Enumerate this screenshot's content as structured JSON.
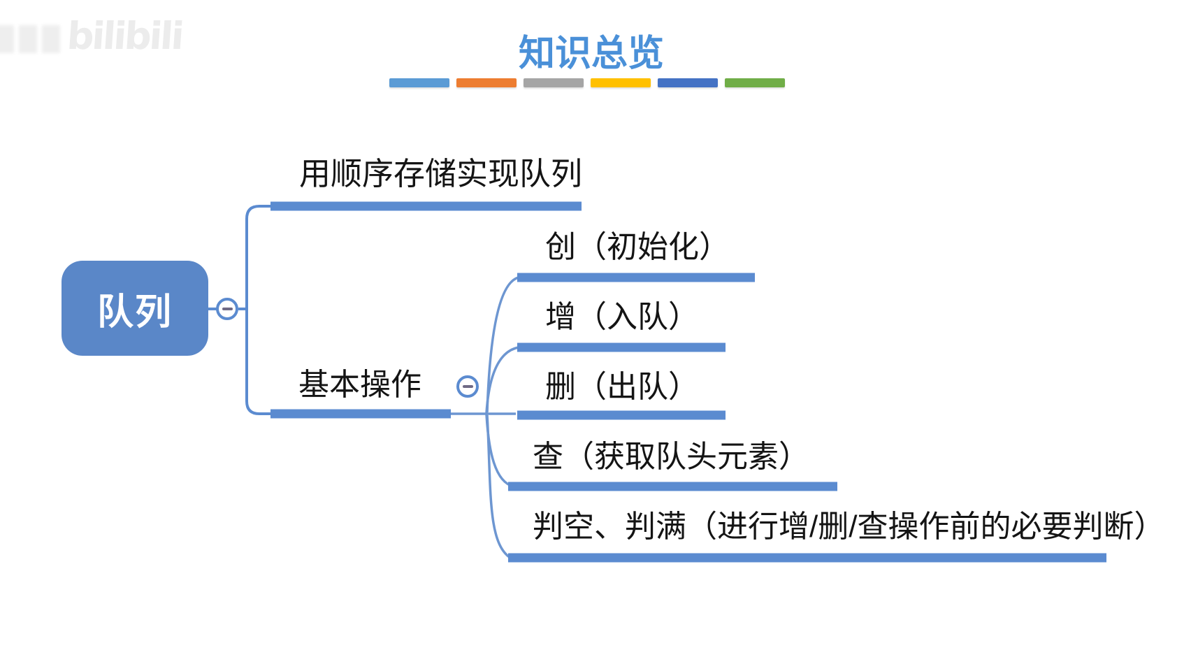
{
  "watermark": {
    "brand": "bilibili"
  },
  "header": {
    "title": "知识总览",
    "title_color": "#4a90d8",
    "legend_colors": [
      "#5b9bd5",
      "#ed7d31",
      "#a5a5a5",
      "#ffc000",
      "#4472c4",
      "#70ad47"
    ]
  },
  "mindmap": {
    "accent_color": "#5b8bd0",
    "collapse_icon": "minus",
    "root": {
      "label": "队列"
    },
    "branches": [
      {
        "label": "用顺序存储实现队列"
      },
      {
        "label": "基本操作",
        "children": [
          {
            "label": "创（初始化）"
          },
          {
            "label": "增（入队）"
          },
          {
            "label": "删（出队）"
          },
          {
            "label": "查（获取队头元素）"
          },
          {
            "label": "判空、判满（进行增/删/查操作前的必要判断）"
          }
        ]
      }
    ]
  }
}
